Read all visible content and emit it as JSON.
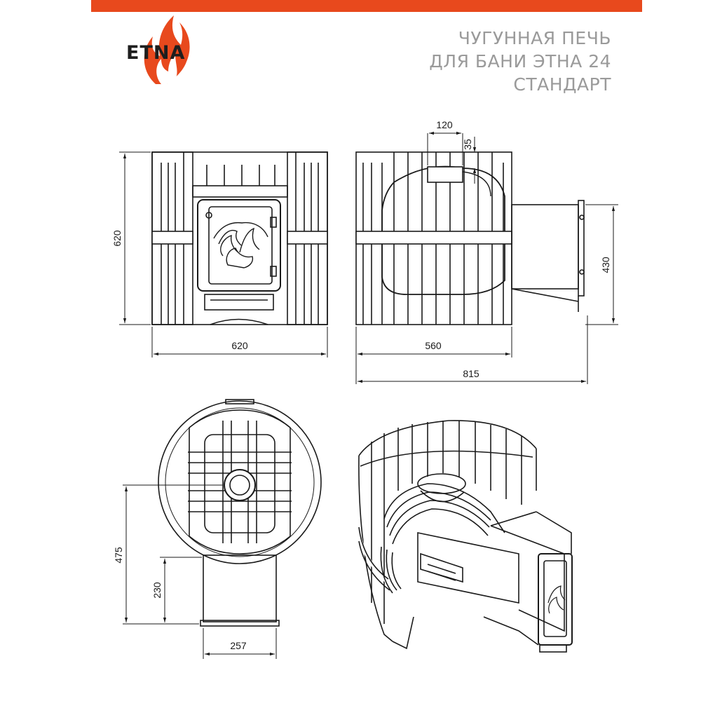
{
  "brand": {
    "logo_text": "ETNA",
    "accent_color": "#e8491d"
  },
  "title_lines": [
    "ЧУГУННАЯ ПЕЧЬ",
    "ДЛЯ БАНИ ЭТНА 24",
    "СТАНДАРТ"
  ],
  "dimensions": {
    "front_height": "620",
    "front_width": "620",
    "side_depth": "560",
    "side_total": "815",
    "side_tunnel_height": "430",
    "pipe_diameter": "120",
    "pipe_offset": "35",
    "top_depth": "475",
    "top_tunnel_length": "230",
    "top_tunnel_width": "257"
  },
  "views": [
    "front-view",
    "side-view",
    "top-view",
    "isometric-view"
  ]
}
